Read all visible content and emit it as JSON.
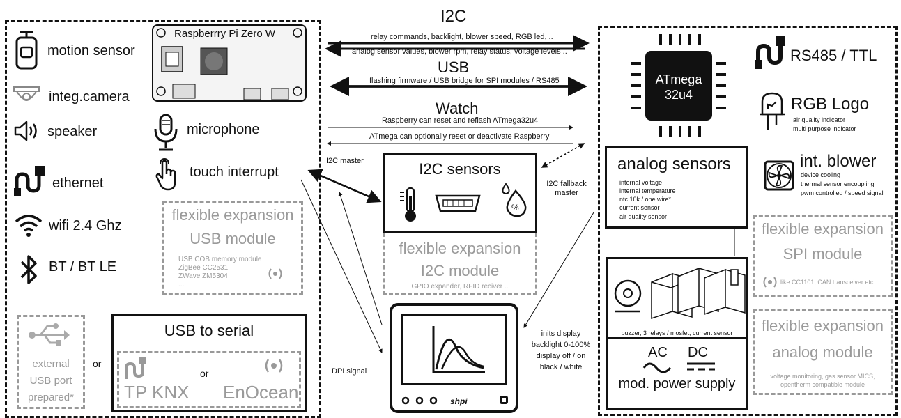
{
  "left": {
    "pi_title": "Raspberrry Pi Zero W",
    "items": {
      "motion": "motion sensor",
      "camera": "integ.camera",
      "speaker": "speaker",
      "ethernet": "ethernet",
      "wifi": "wifi 2.4 Ghz",
      "bt": "BT / BT LE",
      "microphone": "microphone",
      "touch": "touch interrupt"
    },
    "usb_module": {
      "title1": "flexible expansion",
      "title2": "USB module",
      "lines": [
        "USB COB memory module",
        "ZigBee CC2531",
        "ZWave ZM5304",
        "..."
      ]
    },
    "external_usb": [
      "external",
      "USB port",
      "prepared*"
    ],
    "or1": "or",
    "usb_serial": {
      "title": "USB to serial",
      "or": "or",
      "knx": "TP KNX",
      "enocean": "EnOcean"
    }
  },
  "center": {
    "i2c_title": "I2C",
    "i2c_line1": "relay commands, backlight, blower speed, RGB led, ..",
    "i2c_line2": "analog sensor values, blower rpm, relay status, voltage levels ..",
    "usb_title": "USB",
    "usb_line": "flashing firmware / USB bridge for SPI modules / RS485",
    "watch_title": "Watch",
    "watch_line1": "Raspberry can reset and reflash ATmega32u4",
    "watch_line2": "ATmega can optionally reset or deactivate Raspberry",
    "i2c_master": "I2C master",
    "i2c_fallback": [
      "I2C fallback",
      "master"
    ],
    "i2c_sensors": "I2C sensors",
    "i2c_module": {
      "title1": "flexible expansion",
      "title2": "I2C module",
      "sub": "GPIO expander, RFID reciver .."
    },
    "dpi": "DPI signal",
    "display_notes": [
      "inits display",
      "backlight 0-100%",
      "display off / on",
      "black / white"
    ],
    "brand": "shpi"
  },
  "right": {
    "mcu": [
      "ATmega",
      "32u4"
    ],
    "rs485": "RS485 / TTL",
    "rgb_title": "RGB Logo",
    "rgb_lines": [
      "air quality indicator",
      "multi purpose indicator"
    ],
    "blower_title": "int. blower",
    "blower_lines": [
      "device cooling",
      "thermal sensor encoupling",
      "pwm controlled / speed signal"
    ],
    "analog_title": "analog sensors",
    "analog_lines": [
      "internal voltage",
      "internal temperature",
      "ntc 10k / one wire*",
      "current sensor",
      "air quality sensor"
    ],
    "spi_module": {
      "title1": "flexible expansion",
      "title2": "SPI module",
      "sub": "like CC1101, CAN transceiver etc."
    },
    "relay_caption": "buzzer, 3 relays / mosfet, current sensor",
    "power": {
      "ac": "AC",
      "dc": "DC",
      "title": "mod. power supply"
    },
    "analog_module": {
      "title1": "flexible expansion",
      "title2": "analog module",
      "lines": [
        "voltage monitoring, gas sensor MICS,",
        "opentherm compatible module"
      ]
    }
  }
}
